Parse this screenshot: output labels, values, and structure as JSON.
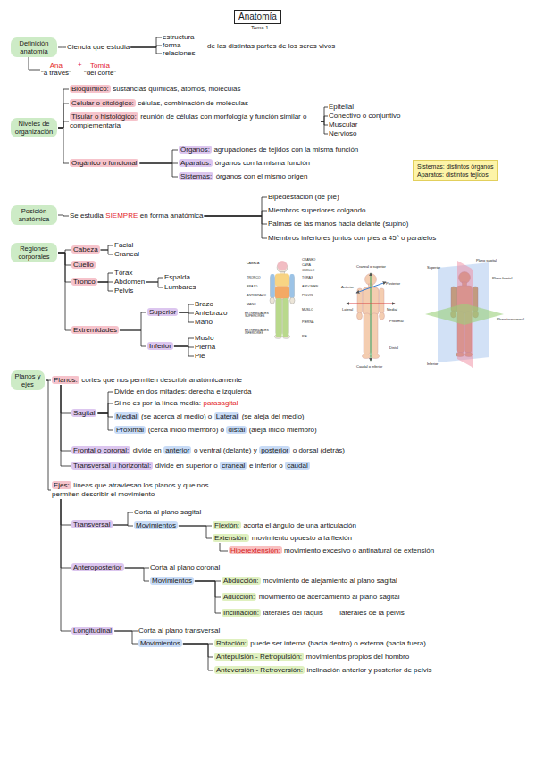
{
  "diagram": {
    "title": "Anatomía",
    "nodes": [
      {
        "text": [
          "Definición anatomía"
        ]
      },
      {
        "text": [
          "Ciencia que estudia"
        ]
      },
      {
        "text": [
          "estructura"
        ]
      },
      {
        "text": [
          "forma"
        ]
      },
      {
        "text": [
          "relaciones"
        ]
      },
      {
        "text": [
          "Ana",
          "“a través”"
        ]
      },
      {
        "text": [
          "Tomía",
          "“del corte”"
        ]
      },
      {
        "text": [
          "Niveles de organización"
        ]
      },
      {
        "text": [
          "Bioquímico:",
          "sustancias químicas, átomos, moléculas"
        ]
      },
      {
        "text": [
          "Celular o citológico:",
          "células, combinación de moléculas"
        ]
      },
      {
        "text": [
          "Tisular o histológico:",
          "reunión de células con morfología y función similar o complementaria"
        ]
      },
      {
        "text": [
          "Epitelial"
        ]
      },
      {
        "text": [
          "Conectivo o conjuntivo"
        ]
      },
      {
        "text": [
          "Muscular"
        ]
      },
      {
        "text": [
          "Nervioso"
        ]
      },
      {
        "text": [
          "Orgánico o funcional"
        ]
      },
      {
        "text": [
          "Órganos:",
          "agrupaciones de tejidos con la misma función"
        ]
      },
      {
        "text": [
          "Aparatos:",
          "órganos con la misma función"
        ]
      },
      {
        "text": [
          "Sistemas:",
          "órganos con el mismo origen"
        ]
      },
      {
        "text": [
          "Sistemas: distintos órganos",
          "Aparatos: distintos tejidos"
        ]
      },
      {
        "text": [
          "Posición anatómica"
        ]
      },
      {
        "text": [
          "Se estudia",
          "SIEMPRE",
          "en forma anatómica"
        ]
      },
      {
        "text": [
          "Bipedestación (de pie)"
        ]
      },
      {
        "text": [
          "Miembros superiores colgando"
        ]
      },
      {
        "text": [
          "Palmas de las manos hacia delante (supino)"
        ]
      },
      {
        "text": [
          "Miembros inferiores juntos con pies a 45° o paralelos"
        ]
      },
      {
        "text": [
          "Regiones corporales"
        ]
      },
      {
        "text": [
          "Cabeza"
        ]
      },
      {
        "text": [
          "Facial"
        ]
      },
      {
        "text": [
          "Craneal"
        ]
      },
      {
        "text": [
          "Cuello"
        ]
      },
      {
        "text": [
          "Tronco"
        ]
      },
      {
        "text": [
          "Tórax"
        ]
      },
      {
        "text": [
          "Abdomen"
        ]
      },
      {
        "text": [
          "Pelvis"
        ]
      },
      {
        "text": [
          "Espalda"
        ]
      },
      {
        "text": [
          "Lumbares"
        ]
      },
      {
        "text": [
          "Extremidades"
        ]
      },
      {
        "text": [
          "Superior"
        ]
      },
      {
        "text": [
          "Brazo"
        ]
      },
      {
        "text": [
          "Antebrazo"
        ]
      },
      {
        "text": [
          "Mano"
        ]
      },
      {
        "text": [
          "Inferior"
        ]
      },
      {
        "text": [
          "Muslo"
        ]
      },
      {
        "text": [
          "Pierna"
        ]
      },
      {
        "text": [
          "Pie"
        ]
      },
      {
        "text": [
          "Planos y ejes"
        ]
      },
      {
        "text": [
          "Planos:",
          "cortes que nos permiten describir anatómicamente"
        ]
      },
      {
        "text": [
          "Sagital"
        ]
      },
      {
        "text": [
          "Divide en dos mitades: derecha e izquierda"
        ]
      },
      {
        "text": [
          "Si no es por la línea media:",
          "parasagital"
        ]
      },
      {
        "text": [
          "Medial",
          "(se acerca al medio) o",
          "Lateral",
          "(se aleja del medio)"
        ]
      },
      {
        "text": [
          "Proximal",
          "(cerca inicio miembro) o",
          "distal",
          "(aleja inicio miembro)"
        ]
      },
      {
        "text": [
          "Frontal o coronal:",
          "divide en",
          "anterior",
          "o ventral (delante) y",
          "posterior",
          "o dorsal (detrás)"
        ]
      },
      {
        "text": [
          "Transversal u horizontal:",
          "divide en superior o",
          "craneal",
          "e inferior o",
          "caudal"
        ]
      },
      {
        "text": [
          "Ejes:",
          "líneas que atraviesan los planos y que nos permiten describir el movimiento"
        ]
      },
      {
        "text": [
          "Transversal"
        ]
      },
      {
        "text": [
          "Corta al plano sagital"
        ]
      },
      {
        "text": [
          "Movimientos"
        ]
      },
      {
        "text": [
          "Flexión:",
          "acorta el ángulo de una articulación"
        ]
      },
      {
        "text": [
          "Extensión:",
          "movimiento opuesto a la flexión"
        ]
      },
      {
        "text": [
          "Hiperextensión:",
          "movimiento excesivo o antinatural de extensión"
        ]
      },
      {
        "text": [
          "Anteroposterior"
        ]
      },
      {
        "text": [
          "Corta al plano coronal"
        ]
      },
      {
        "text": [
          "Movimientos"
        ]
      },
      {
        "text": [
          "Abducción:",
          "movimiento de alejamiento al plano sagital"
        ]
      },
      {
        "text": [
          "Aducción:",
          "movimiento de acercamiento al plano sagital"
        ]
      },
      {
        "text": [
          "Inclinación:",
          "laterales del raquis",
          "laterales de la pelvis"
        ]
      },
      {
        "text": [
          "Longitudinal"
        ]
      },
      {
        "text": [
          "Corta al plano transversal"
        ]
      },
      {
        "text": [
          "Movimientos"
        ]
      },
      {
        "text": [
          "Rotación:",
          "puede ser interna (hacia dentro) o externa (hacia fuera)"
        ]
      },
      {
        "text": [
          "Antepulsión - Retropulsión:",
          "movimientos propios del hombro"
        ]
      },
      {
        "text": [
          "Anteversión - Retroversión:",
          "inclinación anterior y posterior de pelvis"
        ]
      }
    ],
    "edges": [
      {
        "from": 0,
        "to": 1,
        "arrow": "none"
      },
      {
        "from": 1,
        "to": 2,
        "arrow": "none"
      },
      {
        "from": 1,
        "to": 3,
        "arrow": "none"
      },
      {
        "from": 1,
        "to": 4,
        "arrow": "none"
      },
      {
        "from": 0,
        "to": 5,
        "arrow": "none"
      },
      {
        "from": 7,
        "to": 8,
        "arrow": "none"
      },
      {
        "from": 7,
        "to": 9,
        "arrow": "none"
      },
      {
        "from": 7,
        "to": 10,
        "arrow": "none"
      },
      {
        "from": 7,
        "to": 15,
        "arrow": "none"
      },
      {
        "from": 10,
        "to": 11,
        "arrow": "none"
      },
      {
        "from": 10,
        "to": 12,
        "arrow": "none"
      },
      {
        "from": 10,
        "to": 13,
        "arrow": "none"
      },
      {
        "from": 10,
        "to": 14,
        "arrow": "none"
      },
      {
        "from": 15,
        "to": 16,
        "arrow": "none"
      },
      {
        "from": 15,
        "to": 17,
        "arrow": "none"
      },
      {
        "from": 15,
        "to": 18,
        "arrow": "none"
      },
      {
        "from": 20,
        "to": 21,
        "arrow": "none"
      },
      {
        "from": 21,
        "to": 22,
        "arrow": "none"
      },
      {
        "from": 21,
        "to": 23,
        "arrow": "none"
      },
      {
        "from": 21,
        "to": 24,
        "arrow": "none"
      },
      {
        "from": 21,
        "to": 25,
        "arrow": "none"
      },
      {
        "from": 26,
        "to": 27,
        "arrow": "none"
      },
      {
        "from": 26,
        "to": 30,
        "arrow": "none"
      },
      {
        "from": 26,
        "to": 31,
        "arrow": "none"
      },
      {
        "from": 26,
        "to": 37,
        "arrow": "none"
      },
      {
        "from": 27,
        "to": 28,
        "arrow": "none"
      },
      {
        "from": 27,
        "to": 29,
        "arrow": "none"
      },
      {
        "from": 31,
        "to": 32,
        "arrow": "none"
      },
      {
        "from": 31,
        "to": 33,
        "arrow": "none"
      },
      {
        "from": 31,
        "to": 34,
        "arrow": "none"
      },
      {
        "from": 33,
        "to": 35,
        "arrow": "none"
      },
      {
        "from": 33,
        "to": 36,
        "arrow": "none"
      },
      {
        "from": 37,
        "to": 38,
        "arrow": "none"
      },
      {
        "from": 37,
        "to": 42,
        "arrow": "none"
      },
      {
        "from": 38,
        "to": 39,
        "arrow": "none"
      },
      {
        "from": 38,
        "to": 40,
        "arrow": "none"
      },
      {
        "from": 38,
        "to": 41,
        "arrow": "none"
      },
      {
        "from": 42,
        "to": 43,
        "arrow": "none"
      },
      {
        "from": 42,
        "to": 44,
        "arrow": "none"
      },
      {
        "from": 42,
        "to": 45,
        "arrow": "none"
      },
      {
        "from": 46,
        "to": 47,
        "arrow": "none"
      },
      {
        "from": 46,
        "to": 55,
        "arrow": "none"
      },
      {
        "from": 47,
        "to": 48,
        "arrow": "none"
      },
      {
        "from": 47,
        "to": 53,
        "arrow": "none"
      },
      {
        "from": 47,
        "to": 54,
        "arrow": "none"
      },
      {
        "from": 48,
        "to": 49,
        "arrow": "none"
      },
      {
        "from": 48,
        "to": 50,
        "arrow": "none"
      },
      {
        "from": 48,
        "to": 51,
        "arrow": "none"
      },
      {
        "from": 48,
        "to": 52,
        "arrow": "none"
      },
      {
        "from": 55,
        "to": 56,
        "arrow": "none"
      },
      {
        "from": 55,
        "to": 62,
        "arrow": "none"
      },
      {
        "from": 55,
        "to": 68,
        "arrow": "none"
      },
      {
        "from": 56,
        "to": 57,
        "arrow": "none"
      },
      {
        "from": 56,
        "to": 58,
        "arrow": "none"
      },
      {
        "from": 58,
        "to": 59,
        "arrow": "none"
      },
      {
        "from": 58,
        "to": 60,
        "arrow": "none"
      },
      {
        "from": 60,
        "to": 61,
        "arrow": "none"
      },
      {
        "from": 62,
        "to": 63,
        "arrow": "none"
      },
      {
        "from": 62,
        "to": 64,
        "arrow": "none"
      },
      {
        "from": 64,
        "to": 65,
        "arrow": "none"
      },
      {
        "from": 64,
        "to": 66,
        "arrow": "none"
      },
      {
        "from": 64,
        "to": 67,
        "arrow": "none"
      },
      {
        "from": 68,
        "to": 69,
        "arrow": "none"
      },
      {
        "from": 68,
        "to": 70,
        "arrow": "none"
      },
      {
        "from": 70,
        "to": 71,
        "arrow": "none"
      },
      {
        "from": 70,
        "to": 72,
        "arrow": "none"
      },
      {
        "from": 70,
        "to": 73,
        "arrow": "none"
      }
    ],
    "labels": [
      "Tema 1",
      "de las distintas partes de los seres vivos",
      "+",
      "CABEZA",
      "TRONCO",
      "BRAZO",
      "ANTEBRAZO",
      "MANO",
      "EXTREMIDADES SUPERIORES",
      "CRÁNEO",
      "CARA",
      "CUELLO",
      "TÓRAX",
      "ABDOMEN",
      "PELVIS",
      "MUSLO",
      "PIERNA",
      "PIE",
      "EXTREMIDADES INFERIORES",
      "Craneal o superior",
      "Posterior",
      "Anterior",
      "Lateral",
      "Medial",
      "Proximal",
      "Distal",
      "Caudal o inferior",
      "Plano sagital",
      "Plano frontal",
      "Plano transversal",
      "Superior",
      "Inferior"
    ]
  }
}
